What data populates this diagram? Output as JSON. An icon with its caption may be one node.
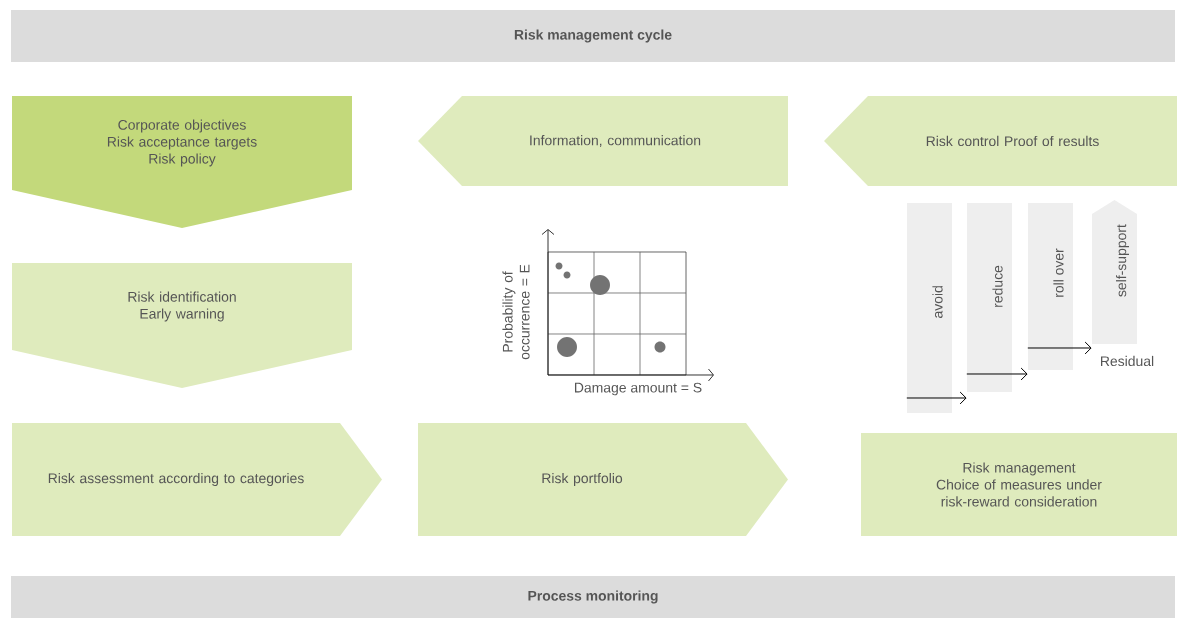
{
  "diagram": {
    "nodes": [
      {
        "text": [
          "Risk management cycle"
        ]
      },
      {
        "text": [
          "Corporate objectives",
          "Risk acceptance targets",
          "Risk policy"
        ]
      },
      {
        "text": [
          "Information, communication"
        ]
      },
      {
        "text": [
          "Risk control Proof of results"
        ]
      },
      {
        "text": [
          "Risk identification",
          "Early warning"
        ]
      },
      {
        "text": [
          "Risk assessment according to categories"
        ]
      },
      {
        "text": [
          "Risk portfolio"
        ]
      },
      {
        "text": [
          "Risk management",
          "Choice of measures under risk-reward consideration"
        ]
      },
      {
        "text": [
          "avoid"
        ]
      },
      {
        "text": [
          "reduce"
        ]
      },
      {
        "text": [
          "roll over"
        ]
      },
      {
        "text": [
          "self-support"
        ]
      },
      {
        "text": [
          "Process monitoring"
        ]
      }
    ],
    "edges": [
      {
        "from": 8,
        "to": 9,
        "arrow": "to"
      },
      {
        "from": 9,
        "to": 10,
        "arrow": "to"
      },
      {
        "from": 10,
        "to": 11,
        "arrow": "to"
      }
    ],
    "labels": [
      "Probability of occurrence = E",
      "Damage amount = S",
      "Residual"
    ]
  }
}
